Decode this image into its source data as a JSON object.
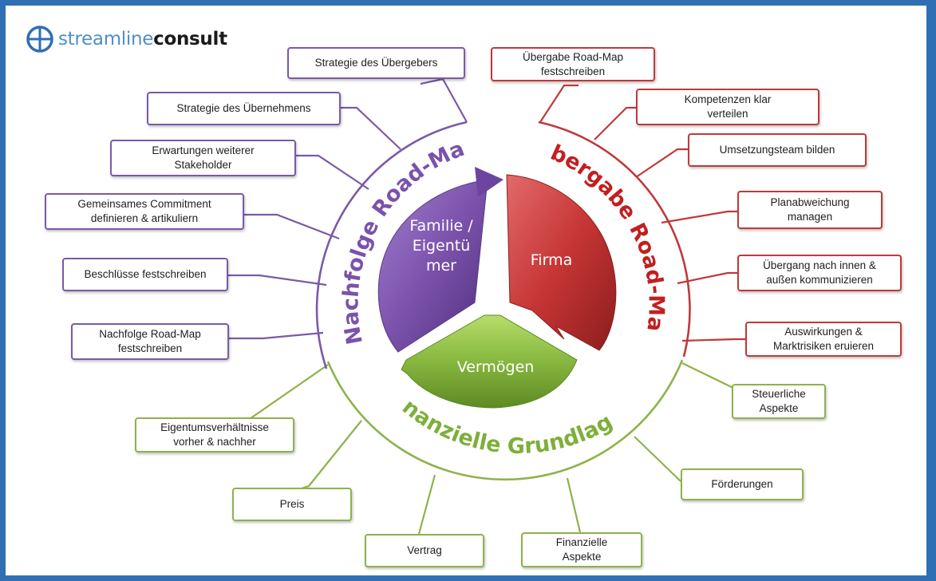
{
  "logo": {
    "part1": "streamline",
    "part2": "consult",
    "icon": "globe-cross-icon",
    "color_light": "#4f8ec9",
    "color_dark": "#1a1a1a"
  },
  "colors": {
    "frame": "#2f6fb4",
    "purple": "#7a5aa6",
    "red": "#c0393b",
    "green": "#8eb24b"
  },
  "center": {
    "sectors": [
      {
        "key": "familie",
        "lines": [
          "Familie /",
          "Eigentü",
          "mer"
        ],
        "color": "#7b52ab"
      },
      {
        "key": "firma",
        "lines": [
          "Firma"
        ],
        "color": "#c63535"
      },
      {
        "key": "vermoegen",
        "lines": [
          "Vermögen"
        ],
        "color": "#7eaf3a"
      }
    ]
  },
  "arc_titles": {
    "nachfolge": "Nachfolge Road-Map",
    "uebergabe": "Übergabe Road-Map",
    "finanzielle": "Finanzielle Grundlagen"
  },
  "nachfolge_boxes": [
    "Strategie des Übergebers",
    "Strategie des Übernehmens",
    "Erwartungen weiterer\nStakeholder",
    "Gemeinsames Commitment\ndefinieren & artikuliern",
    "Beschlüsse festschreiben",
    "Nachfolge Road-Map\nfestschreiben"
  ],
  "uebergabe_boxes": [
    "Übergabe Road-Map\nfestschreiben",
    "Kompetenzen klar\nverteilen",
    "Umsetzungsteam bilden",
    "Planabweichung\nmanagen",
    "Übergang nach innen &\naußen kommunizieren",
    "Auswirkungen &\nMarktrisiken eruieren"
  ],
  "finanzielle_boxes": [
    "Eigentumsverhältnisse\nvorher & nachher",
    "Preis",
    "Vertrag",
    "Finanzielle\nAspekte",
    "Förderungen",
    "Steuerliche\nAspekte"
  ]
}
